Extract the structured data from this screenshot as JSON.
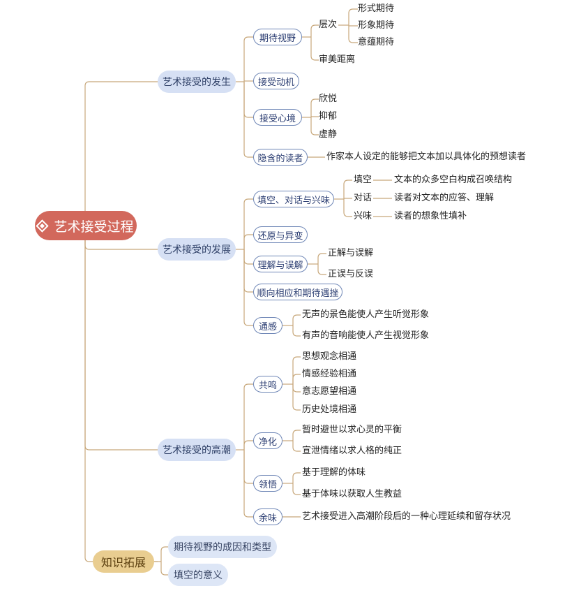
{
  "root": "艺术接受过程",
  "branches": [
    {
      "label": "艺术接受的发生",
      "children": [
        {
          "label": "期待视野",
          "sub": [
            {
              "label": "层次",
              "items": [
                "形式期待",
                "形象期待",
                "意蕴期待"
              ]
            },
            {
              "label": "审美距离"
            }
          ]
        },
        {
          "label": "接受动机"
        },
        {
          "label": "接受心境",
          "items": [
            "欣悦",
            "抑郁",
            "虚静"
          ]
        },
        {
          "label": "隐含的读者",
          "items": [
            "作家本人设定的能够把文本加以具体化的预想读者"
          ]
        }
      ]
    },
    {
      "label": "艺术接受的发展",
      "children": [
        {
          "label": "填空、对话与兴味",
          "sub": [
            {
              "label": "填空",
              "desc": "文本的众多空白构成召唤结构"
            },
            {
              "label": "对话",
              "desc": "读者对文本的应答、理解"
            },
            {
              "label": "兴味",
              "desc": "读者的想象性填补"
            }
          ]
        },
        {
          "label": "还原与异变"
        },
        {
          "label": "理解与误解",
          "items": [
            "正解与误解",
            "正误与反误"
          ]
        },
        {
          "label": "顺向相应和期待遇挫"
        },
        {
          "label": "通感",
          "items": [
            "无声的景色能使人产生听觉形象",
            "有声的音响能使人产生视觉形象"
          ]
        }
      ]
    },
    {
      "label": "艺术接受的高潮",
      "children": [
        {
          "label": "共鸣",
          "items": [
            "思想观念相通",
            "情感经验相通",
            "意志愿望相通",
            "历史处境相通"
          ]
        },
        {
          "label": "净化",
          "items": [
            "暂时避世以求心灵的平衡",
            "宣泄情绪以求人格的纯正"
          ]
        },
        {
          "label": "领悟",
          "items": [
            "基于理解的体味",
            "基于体味以获取人生教益"
          ]
        },
        {
          "label": "余味",
          "items": [
            "艺术接受进入高潮阶段后的一种心理延续和留存状况"
          ]
        }
      ]
    }
  ],
  "extension": {
    "label": "知识拓展",
    "items": [
      "期待视野的成因和类型",
      "填空的意义"
    ]
  },
  "colors": {
    "root": "#d2685c",
    "branch_fill": "#d6e0f4",
    "node_border": "#6e86b6",
    "connector": "#c7a77a",
    "extension_fill": "#e9cd90"
  },
  "icons": {
    "root": "diamond-icon"
  }
}
